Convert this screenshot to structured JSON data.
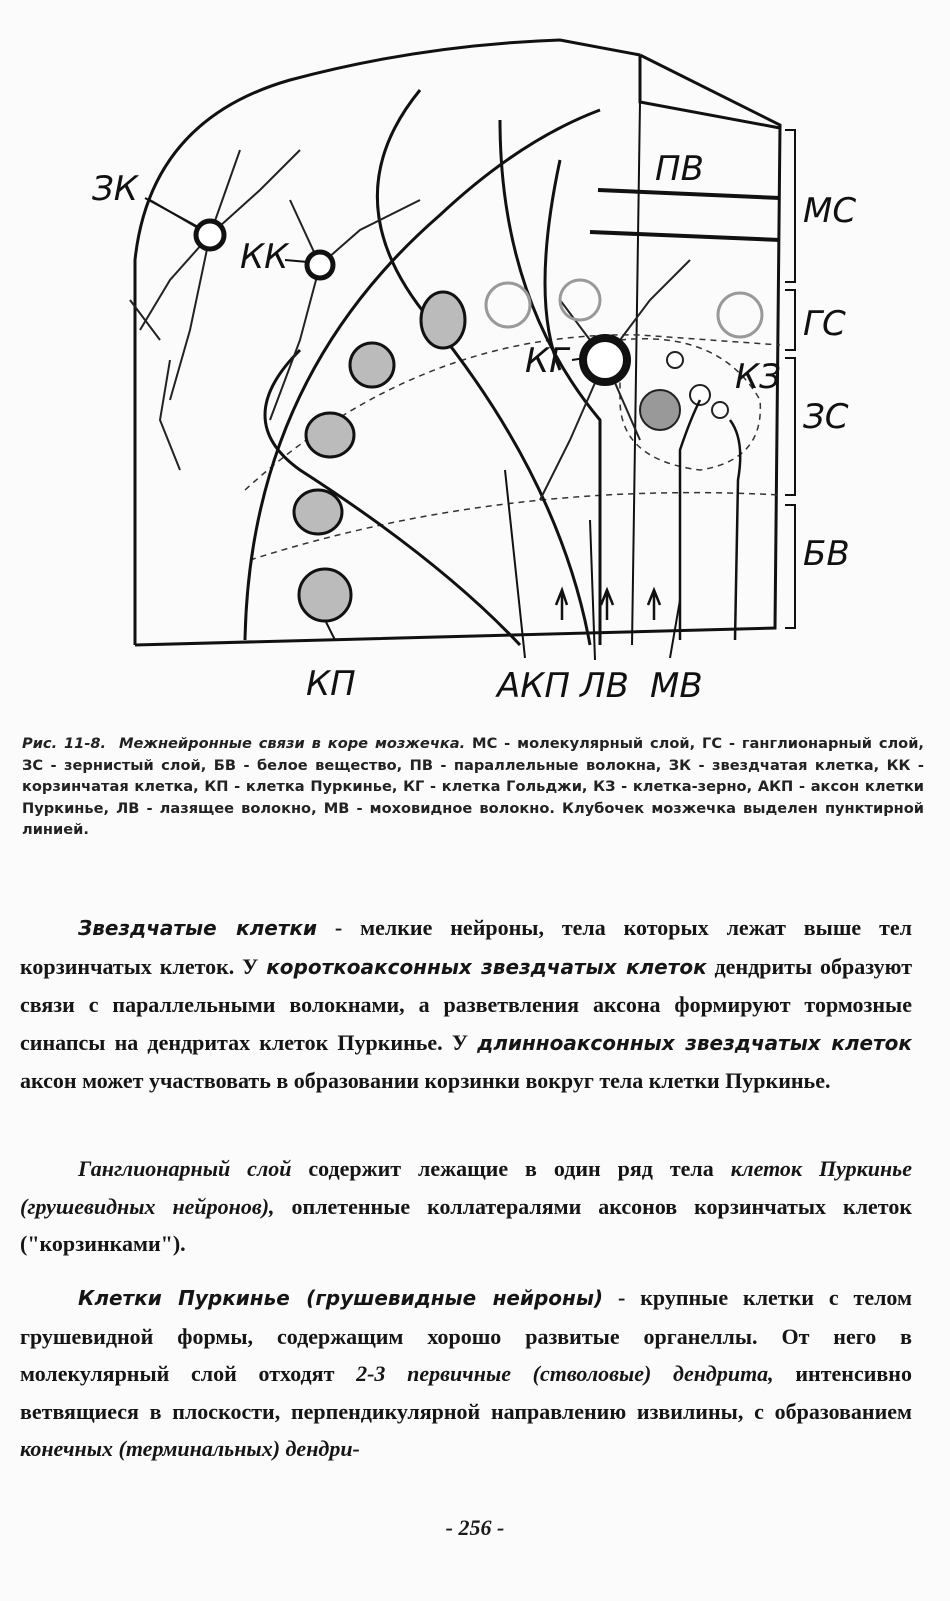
{
  "figure": {
    "labels": {
      "zk": "ЗК",
      "kk": "КК",
      "pv": "ПВ",
      "ms": "МС",
      "gs": "ГС",
      "kg": "КГ",
      "kz": "КЗ",
      "zs": "ЗС",
      "bv": "БВ",
      "kp": "КП",
      "akp": "АКП",
      "lv": "ЛВ",
      "mv": "МВ"
    }
  },
  "caption": {
    "label": "Рис. 11-8.",
    "title": "Межнейронные связи в коре мозжечка.",
    "text": "МС - молекулярный слой, ГС - ганглионарный слой, ЗС - зернистый слой, БВ - белое вещество, ПВ - параллельные волокна, ЗК - звездчатая клетка, КК - корзинчатая клетка, КП - клетка Пуркинье, КГ - клетка Гольджи, КЗ - клетка-зерно, АКП - аксон клетки Пуркинье, ЛВ - лазящее волокно, МВ - моховидное волокно. Клубочек мозжечка выделен пунктирной линией."
  },
  "paragraph1": {
    "term": "Звездчатые клетки",
    "text1": " - мелкие нейроны, тела которых лежат выше тел корзинчатых клеток. У ",
    "term2": "короткоаксонных звездчатых клеток",
    "text2": " дендриты образуют связи с параллельными волокнами, а разветвления аксона формируют тормозные синапсы на дендритах клеток Пуркинье. У ",
    "term3": "длинноаксонных звездчатых клеток",
    "text3": " аксон может участвовать в образовании корзинки вокруг тела клетки Пуркинье."
  },
  "paragraph2": {
    "term": "Ганглионарный слой",
    "text1": " содержит лежащие в один ряд тела ",
    "term2": "клеток Пуркинье (грушевидных нейронов),",
    "text2": " оплетенные коллатералями аксонов корзинчатых клеток (\"корзинками\")."
  },
  "paragraph3": {
    "term": "Клетки Пуркинье (грушевидные нейроны)",
    "text1": " - крупные клетки с телом грушевидной формы, содержащим хорошо развитые органеллы. От него в молекулярный слой отходят ",
    "term2": "2-3 первичные (стволовые) дендрита,",
    "text2": " интенсивно ветвящиеся в плоскости, перпендикулярной направлению извилины, с образованием ",
    "term3": "конечных (терминальных) дендри-"
  },
  "page_number": "- 256 -"
}
